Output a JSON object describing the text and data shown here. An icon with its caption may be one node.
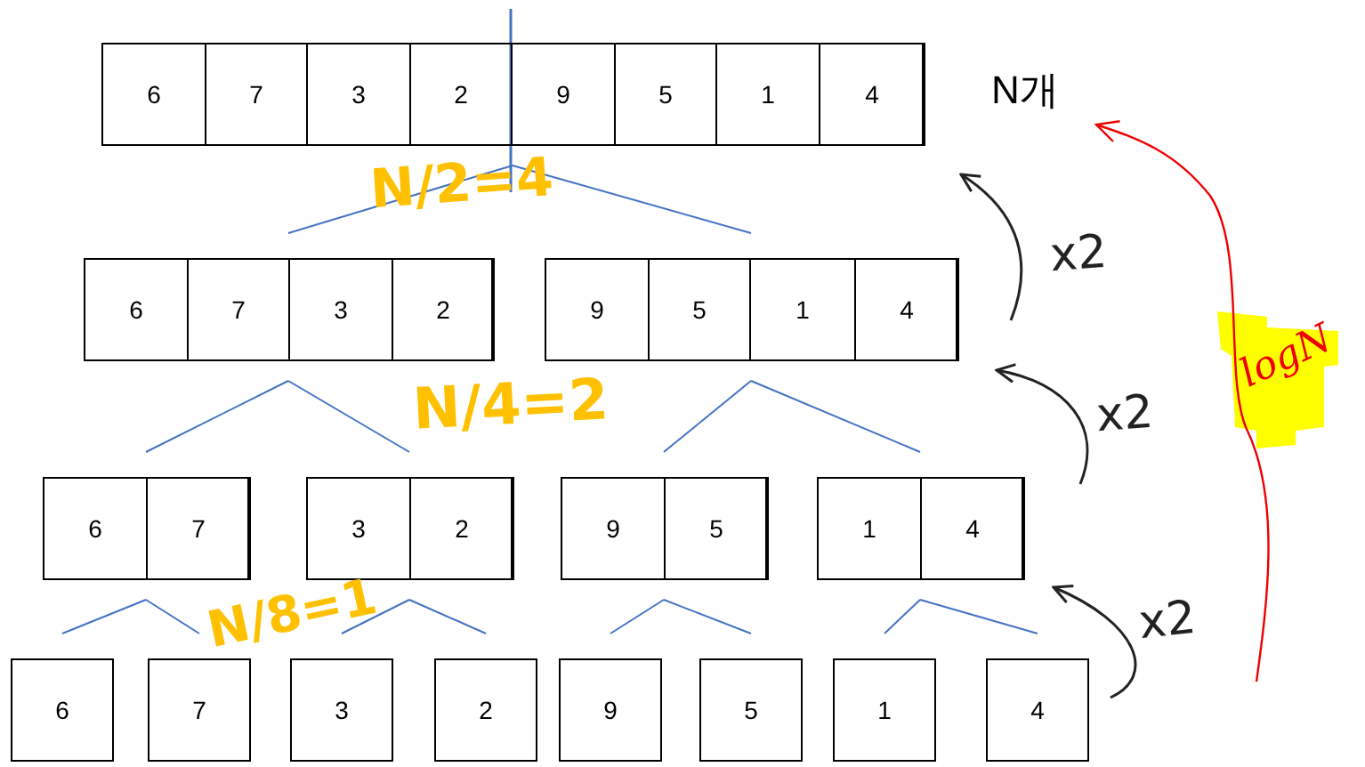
{
  "diagram": {
    "nodes": [
      {
        "text": [],
        "shape": "box"
      },
      {
        "text": [
          "6"
        ],
        "in": 0
      },
      {
        "text": [
          "7"
        ],
        "in": 0
      },
      {
        "text": [
          "3"
        ],
        "in": 0
      },
      {
        "text": [
          "2"
        ],
        "in": 0
      },
      {
        "text": [
          "9"
        ],
        "in": 0
      },
      {
        "text": [
          "5"
        ],
        "in": 0
      },
      {
        "text": [
          "1"
        ],
        "in": 0
      },
      {
        "text": [
          "4"
        ],
        "in": 0
      },
      {
        "text": [],
        "shape": "box"
      },
      {
        "text": [
          "6"
        ],
        "in": 9
      },
      {
        "text": [
          "7"
        ],
        "in": 9
      },
      {
        "text": [
          "3"
        ],
        "in": 9
      },
      {
        "text": [
          "2"
        ],
        "in": 9
      },
      {
        "text": [],
        "shape": "box"
      },
      {
        "text": [
          "9"
        ],
        "in": 14
      },
      {
        "text": [
          "5"
        ],
        "in": 14
      },
      {
        "text": [
          "1"
        ],
        "in": 14
      },
      {
        "text": [
          "4"
        ],
        "in": 14
      },
      {
        "text": [],
        "shape": "box"
      },
      {
        "text": [
          "6"
        ],
        "in": 19
      },
      {
        "text": [
          "7"
        ],
        "in": 19
      },
      {
        "text": [],
        "shape": "box"
      },
      {
        "text": [
          "3"
        ],
        "in": 22
      },
      {
        "text": [
          "2"
        ],
        "in": 22
      },
      {
        "text": [],
        "shape": "box"
      },
      {
        "text": [
          "9"
        ],
        "in": 25
      },
      {
        "text": [
          "5"
        ],
        "in": 25
      },
      {
        "text": [],
        "shape": "box"
      },
      {
        "text": [
          "1"
        ],
        "in": 28
      },
      {
        "text": [
          "4"
        ],
        "in": 28
      },
      {
        "text": [
          "6"
        ]
      },
      {
        "text": [
          "7"
        ]
      },
      {
        "text": [
          "3"
        ]
      },
      {
        "text": [
          "2"
        ]
      },
      {
        "text": [
          "9"
        ]
      },
      {
        "text": [
          "5"
        ]
      },
      {
        "text": [
          "1"
        ]
      },
      {
        "text": [
          "4"
        ]
      }
    ],
    "edges": [
      {
        "from": 0,
        "to": 9,
        "arrow": "none"
      },
      {
        "from": 0,
        "to": 14,
        "arrow": "none"
      },
      {
        "from": 9,
        "to": 19,
        "arrow": "none"
      },
      {
        "from": 9,
        "to": 22,
        "arrow": "none"
      },
      {
        "from": 14,
        "to": 25,
        "arrow": "none"
      },
      {
        "from": 14,
        "to": 28,
        "arrow": "none"
      },
      {
        "from": 19,
        "to": 31,
        "arrow": "none"
      },
      {
        "from": 19,
        "to": 32,
        "arrow": "none"
      },
      {
        "from": 22,
        "to": 33,
        "arrow": "none"
      },
      {
        "from": 22,
        "to": 34,
        "arrow": "none"
      },
      {
        "from": 25,
        "to": 35,
        "arrow": "none"
      },
      {
        "from": 25,
        "to": 36,
        "arrow": "none"
      },
      {
        "from": 28,
        "to": 37,
        "arrow": "none"
      },
      {
        "from": 28,
        "to": 38,
        "arrow": "none"
      }
    ],
    "labels": [
      "N개",
      "N/2=4",
      "x2",
      "x2",
      "N/4=2",
      "logN",
      "N/8=1",
      "x2"
    ]
  }
}
